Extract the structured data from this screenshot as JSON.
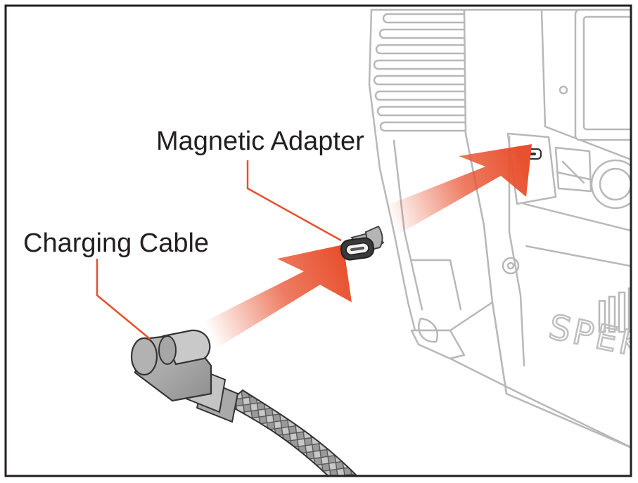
{
  "labels": {
    "magnetic_adapter": "Magnetic Adapter",
    "charging_cable": "Charging Cable"
  },
  "device_brand": "SPEKT",
  "colors": {
    "arrow": "#e8502e",
    "leader": "#e8502e",
    "device_outline": "#b8b8b8",
    "frame": "#231f20"
  }
}
